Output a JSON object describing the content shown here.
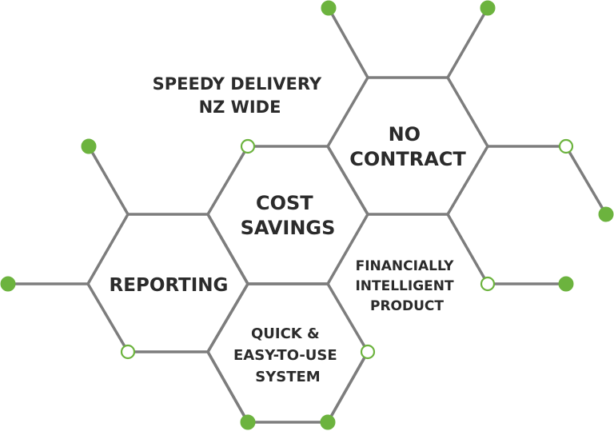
{
  "colors": {
    "line": "#7d7d7d",
    "dot": "#6cb33e",
    "text": "#2b2b2b",
    "background": "#ffffff"
  },
  "labels": {
    "speedy_delivery": [
      "SPEEDY DELIVERY",
      "NZ WIDE"
    ],
    "no_contract": [
      "NO",
      "CONTRACT"
    ],
    "cost_savings": [
      "COST",
      "SAVINGS"
    ],
    "financially_intelligent": [
      "FINANCIALLY",
      "INTELLIGENT",
      "PRODUCT"
    ],
    "reporting": [
      "REPORTING"
    ],
    "quick_easy": [
      "QUICK &",
      "EASY-TO-USE",
      "SYSTEM"
    ]
  }
}
